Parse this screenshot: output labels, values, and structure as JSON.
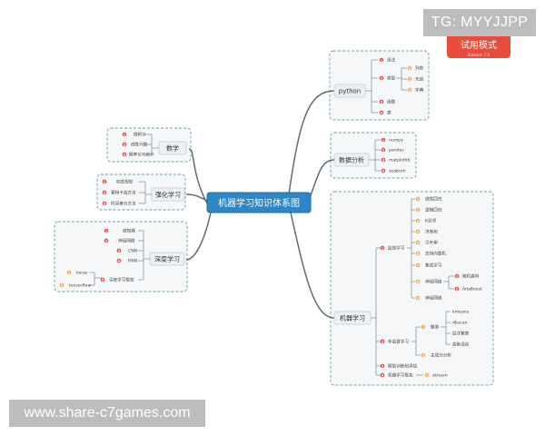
{
  "watermark": {
    "tag": "TG: MYYJJPP",
    "trial_badge": "试用模式",
    "trial_small": "Sinkskin 7.0",
    "url": "www.share-c7games.com"
  },
  "mindmap": {
    "central": "机器学习知识体系图",
    "math": {
      "label": "数学",
      "items": [
        "微积分",
        "线性代数",
        "概率论与统计"
      ]
    },
    "rl": {
      "label": "强化学习",
      "items": [
        "动态规划",
        "蒙特卡洛方法",
        "时间差分方法"
      ]
    },
    "dl": {
      "label": "深度学习",
      "items": [
        "感知器",
        "神经网络",
        "CNN",
        "RNN",
        "深度学习框架"
      ],
      "frameworks": [
        "keras",
        "tensorflow"
      ]
    },
    "python": {
      "label": "python",
      "basics": "语法",
      "types": {
        "label": "类型",
        "items": [
          "列表",
          "元组",
          "字典"
        ]
      },
      "functions": "函数",
      "classes": "类"
    },
    "analysis": {
      "label": "数据分析",
      "items": [
        "numpy",
        "pandas",
        "matplotlib",
        "seaborn"
      ]
    },
    "ml": {
      "label": "机器学习",
      "supervised": {
        "label": "监督学习",
        "items": [
          "线性回归",
          "逻辑回归",
          "K近邻",
          "决策树",
          "贝叶斯",
          "支持向量机",
          "集成学习",
          "神经网络"
        ],
        "ensemble": [
          "随机森林",
          "AdaBoost"
        ]
      },
      "unsupervised": {
        "label": "非监督学习",
        "clustering": {
          "label": "聚类",
          "items": [
            "kmeans",
            "dbscan",
            "层次聚类",
            "高斯混合"
          ]
        },
        "pca": "主成分分析"
      },
      "eval": "模型训练和评估",
      "framework": {
        "label": "机器学习框架",
        "tool": "sklearn"
      }
    }
  }
}
